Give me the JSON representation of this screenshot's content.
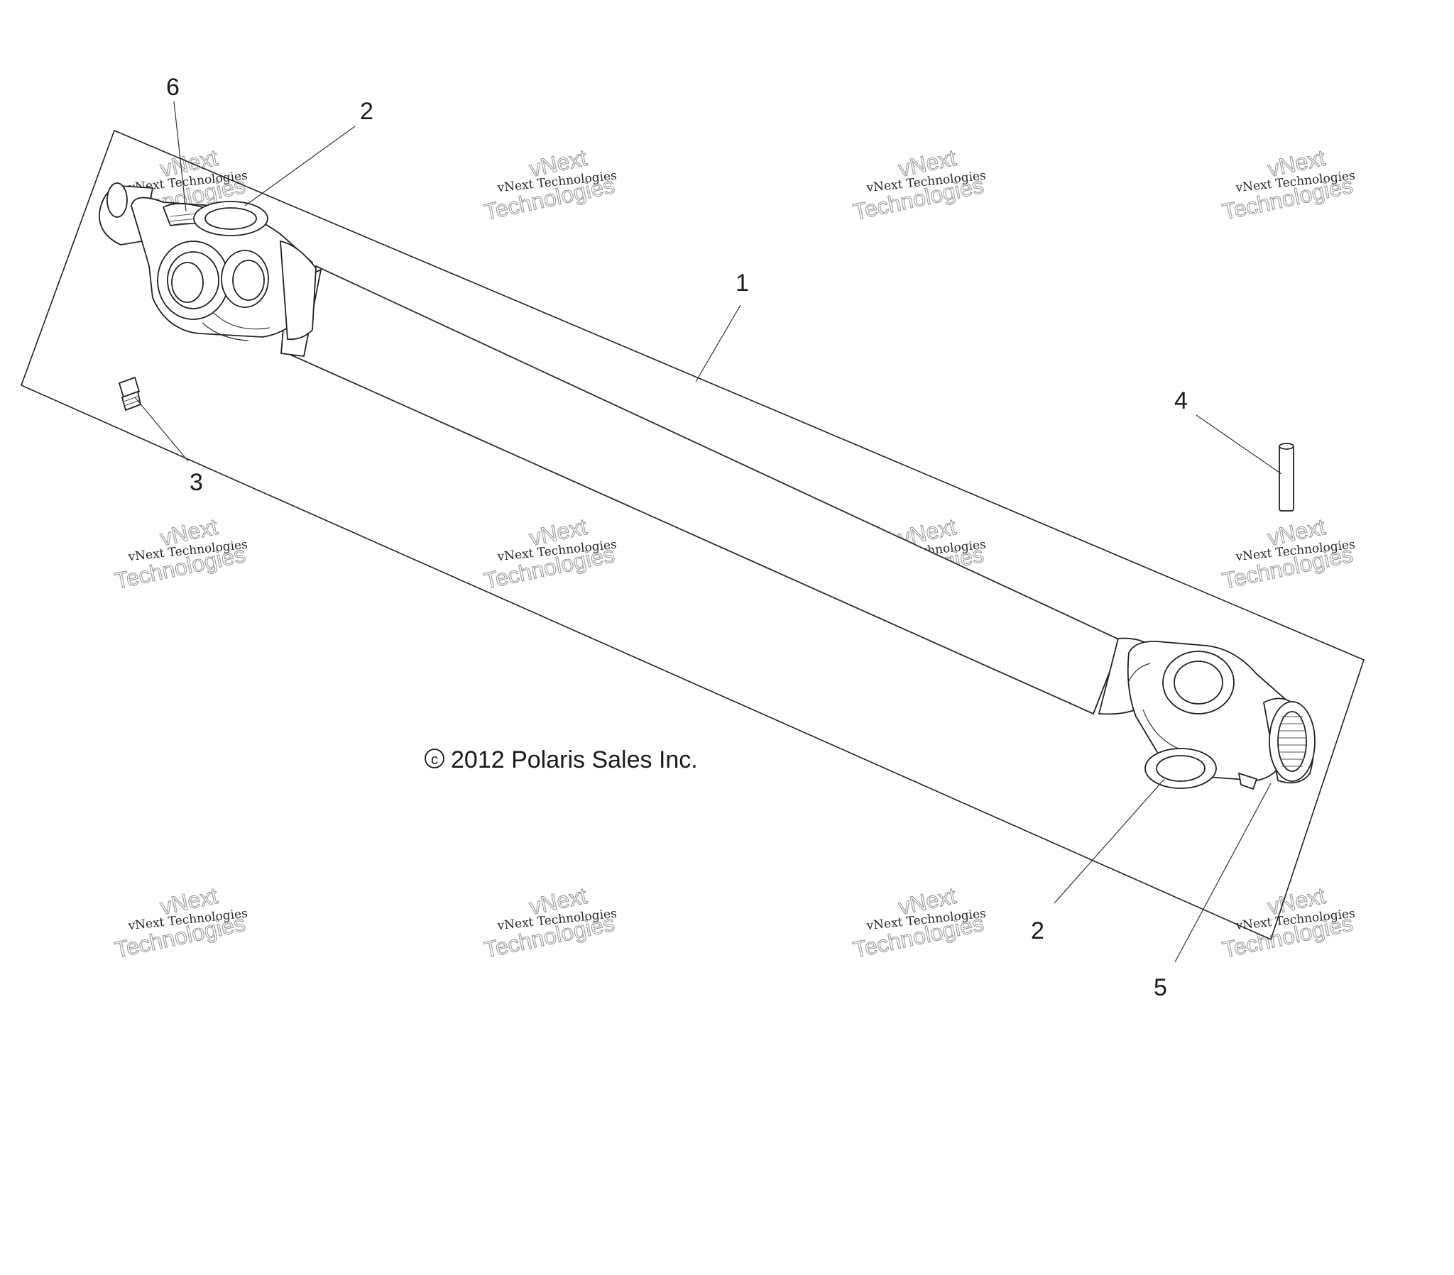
{
  "callouts": [
    {
      "id": "c1",
      "text": "1"
    },
    {
      "id": "c2a",
      "text": "2"
    },
    {
      "id": "c2b",
      "text": "2"
    },
    {
      "id": "c3",
      "text": "3"
    },
    {
      "id": "c4",
      "text": "4"
    },
    {
      "id": "c5",
      "text": "5"
    },
    {
      "id": "c6",
      "text": "6"
    }
  ],
  "copyright": {
    "symbol": "©",
    "text": "2012 Polaris Sales Inc."
  },
  "watermark": {
    "line1": "vNext Technologies",
    "line2": "vNext",
    "line3": "Technologies"
  }
}
